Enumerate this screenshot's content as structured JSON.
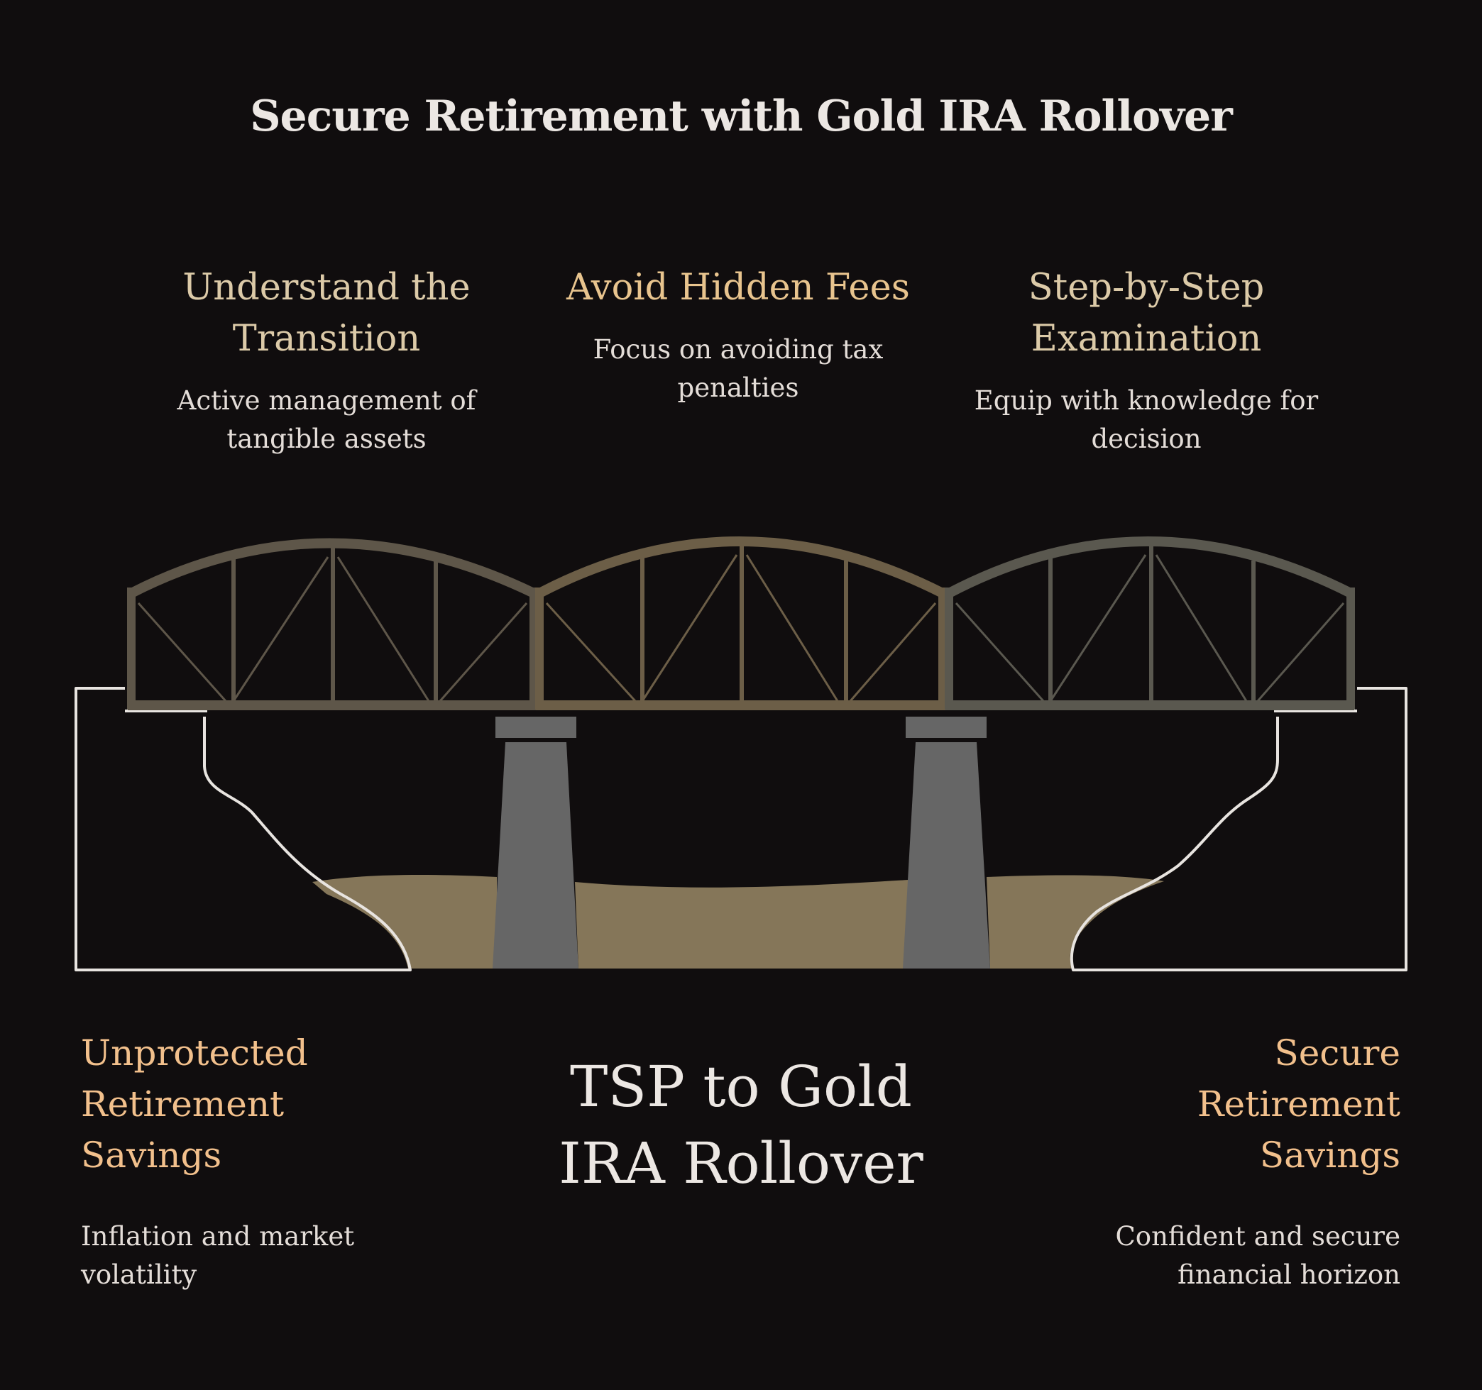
{
  "title": "Secure Retirement with Gold IRA Rollover",
  "steps": [
    {
      "title": "Understand the Transition",
      "description": "Active management of tangible assets"
    },
    {
      "title": "Avoid Hidden Fees",
      "description": "Focus on avoiding tax penalties"
    },
    {
      "title": "Step-by-Step Examination",
      "description": "Equip with knowledge for decision"
    }
  ],
  "start": {
    "title": "Unprotected Retirement Savings",
    "description": "Inflation and market volatility"
  },
  "end": {
    "title": "Secure Retirement Savings",
    "description": "Confident and secure financial horizon"
  },
  "center_label": "TSP to Gold IRA Rollover",
  "colors": {
    "background": "#100d0e",
    "truss_left": "#5e5649",
    "truss_middle": "#6c5e47",
    "truss_right": "#5a584f",
    "pier": "#666666",
    "ground": "#857659",
    "outline": "#e8e4e0"
  }
}
